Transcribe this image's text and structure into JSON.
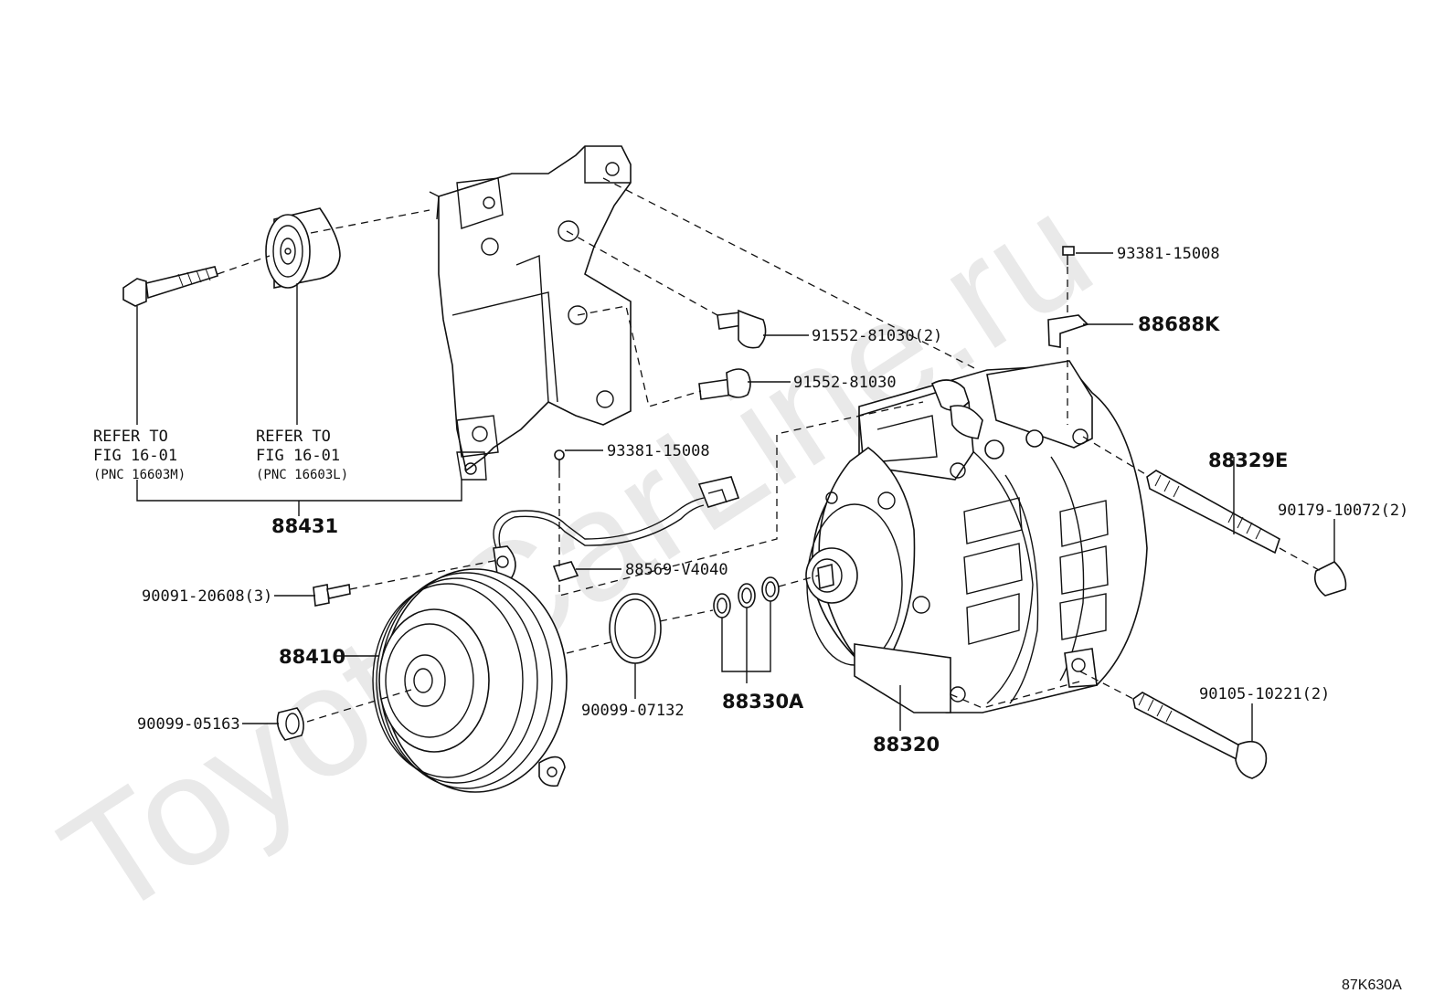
{
  "watermark": "ToyotaCarLine.ru",
  "figure_id": "87K630A",
  "callouts": {
    "bolt_93381_top": "93381-15008",
    "bracket_88688K": "88688K",
    "bolt_91552_2": "91552-81030(2)",
    "bolt_91552": "91552-81030",
    "bolt_93381_mid": "93381-15008",
    "stud_88329E": "88329E",
    "nut_90179": "90179-10072(2)",
    "clamp_88569": "88569-V4040",
    "bolt_90091": "90091-20608(3)",
    "clutch_88410": "88410",
    "nut_90099_05163": "90099-05163",
    "snapring_90099_07132": "90099-07132",
    "shims_88330A": "88330A",
    "compressor_88320": "88320",
    "bolt_90105": "90105-10221(2)",
    "bracket_88431": "88431"
  },
  "refs": {
    "left": {
      "line1": "REFER TO",
      "line2": "FIG 16-01",
      "line3": "(PNC 16603M)"
    },
    "right": {
      "line1": "REFER TO",
      "line2": "FIG 16-01",
      "line3": "(PNC 16603L)"
    }
  }
}
